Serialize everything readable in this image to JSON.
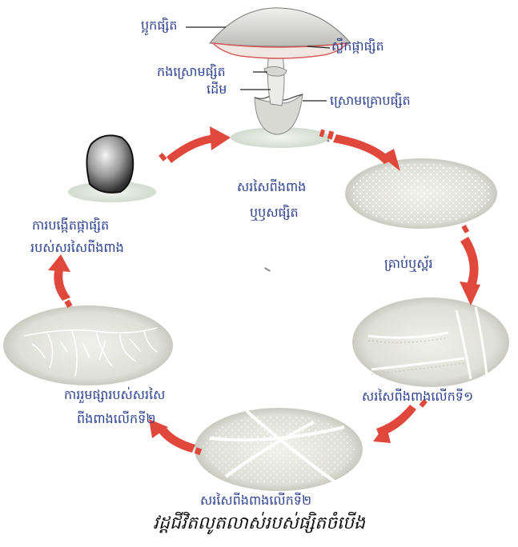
{
  "diagram": {
    "mushroom_parts": {
      "cap": "ប្អូកផ្សិត",
      "gills": "ស្លឹកផ្កាផ្សិត",
      "ring": "កងស្រោមផ្សិត",
      "stem": "ដើម",
      "volva": "ស្រោមគ្រោបផ្សិត"
    },
    "stages": {
      "mycelium_body": "សរសៃពីងពាង",
      "mycelium_body_line2": "ឬឫសផ្សិត",
      "spores": "គ្រាប់ឬស្ព័រ",
      "primary_mycelium": "សរសៃពីងពាងលើកទី១",
      "secondary_mycelium": "សរសៃពីងពាងលើកទី២",
      "mycelium_mass_line1": "ការរួមផ្សារបស់សរសៃ",
      "mycelium_mass_line2": "ពីងពាងលើកទី២",
      "fruiting_line1": "ការបង្កើតផ្កាផ្សិត",
      "fruiting_line2": "របស់សរសៃពីងពាង"
    },
    "caption": "វដ្តជីវិតលូតលាស់របស់ផ្សិតចំបើង",
    "colors": {
      "arrow": "#e0483c",
      "label": "#2a3f8f",
      "cap": "#d9d9d4",
      "gill": "#e07a7a"
    }
  }
}
